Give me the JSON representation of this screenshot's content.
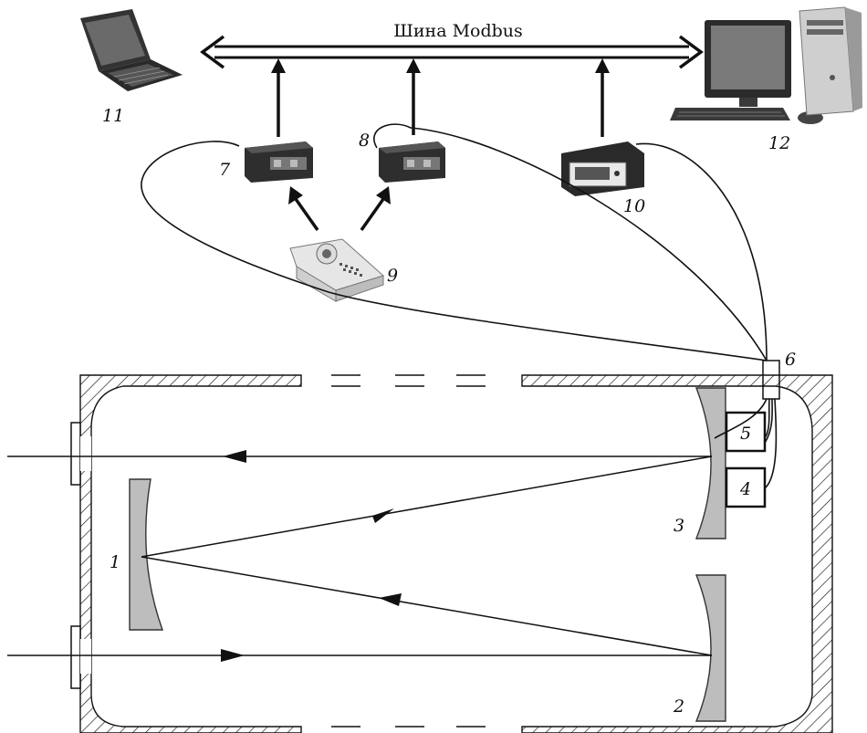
{
  "bus": {
    "title": "Шина Modbus"
  },
  "labels": {
    "n1": "1",
    "n2": "2",
    "n3": "3",
    "n4": "4",
    "n5": "5",
    "n6": "6",
    "n7": "7",
    "n8": "8",
    "n9": "9",
    "n10": "10",
    "n11": "11",
    "n12": "12"
  },
  "colors": {
    "mirror": "#bdbdbd",
    "line": "#111111",
    "device": "#2b2b2b"
  }
}
